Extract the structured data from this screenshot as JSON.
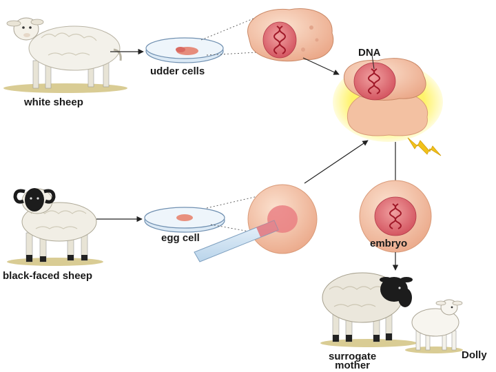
{
  "labels": {
    "white_sheep": "white sheep",
    "udder_cells": "udder cells",
    "dna": "DNA",
    "black_faced_sheep": "black-faced sheep",
    "egg_cell": "egg cell",
    "embryo": "embryo",
    "surrogate_line1": "surrogate",
    "surrogate_line2": "mother",
    "dolly": "Dolly"
  },
  "colors": {
    "cell_fill": "#f2c4a6",
    "nucleus_fill": "#e0707a",
    "dna_strand": "#a01828",
    "glow": "#f5e83a",
    "lightning": "#f2c21a",
    "arrow": "#222222",
    "grass": "#cfc08a"
  },
  "icons": {
    "white_sheep": "white-sheep-illustration",
    "black_faced_sheep": "black-faced-sheep-illustration",
    "surrogate": "surrogate-sheep-illustration",
    "dolly": "lamb-illustration",
    "petri_dish": "petri-dish",
    "pipette": "pipette",
    "lightning": "lightning-bolt"
  }
}
